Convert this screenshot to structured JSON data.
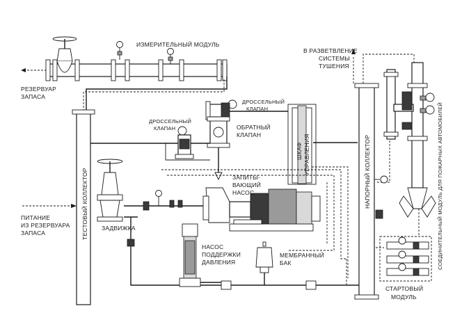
{
  "labels": {
    "measuring_module": "ИЗМЕРИТЕЛЬНЫЙ МОДУЛЬ",
    "reservoir_1": "РЕЗЕРВУАР",
    "reservoir_2": "ЗАПАСА",
    "branch_1": "В РАЗВЕТВЛЕНИЕ",
    "branch_2": "СИСТЕМЫ",
    "branch_3": "ТУШЕНИЯ",
    "throttle_valve_top_1": "ДРОССЕЛЬНЫЙ",
    "throttle_valve_top_2": "КЛАПАН",
    "throttle_valve_left_1": "ДРОССЕЛЬНЫЙ",
    "throttle_valve_left_2": "КЛАПАН",
    "check_valve_1": "ОБРАТНЫЙ",
    "check_valve_2": "КЛАПАН",
    "cabinet_1": "ШКАФ",
    "cabinet_2": "УПРАВЛЕНИЯ",
    "pressure_collector": "НАПОРНЫЙ КОЛЛЕКТОР",
    "test_collector": "ТЕСТОВЫЙ КОЛЛЕКТОР",
    "feed_pump_1": "ЗАПИТЫ-",
    "feed_pump_2": "ВАЮЩИЙ",
    "feed_pump_3": "НАСОС",
    "supply_1": "ПИТАНИЕ",
    "supply_2": "ИЗ РЕЗЕРВУАРА",
    "supply_3": "ЗАПАСА",
    "gate_valve": "ЗАДВИЖКА",
    "jockey_pump_1": "НАСОС",
    "jockey_pump_2": "ПОДДЕРЖКИ",
    "jockey_pump_3": "ДАВЛЕНИЯ",
    "membrane_tank_1": "МЕМБРАННЫЙ",
    "membrane_tank_2": "БАК",
    "start_module_1": "СТАРТОВЫЙ",
    "start_module_2": "МОДУЛЬ",
    "fire_truck_module": "СОЕДИНИТЕЛЬНЫЙ МОДУЛЬ ДЛЯ ПОЖАРНЫХ АВТОМОБИЛЕЙ"
  }
}
